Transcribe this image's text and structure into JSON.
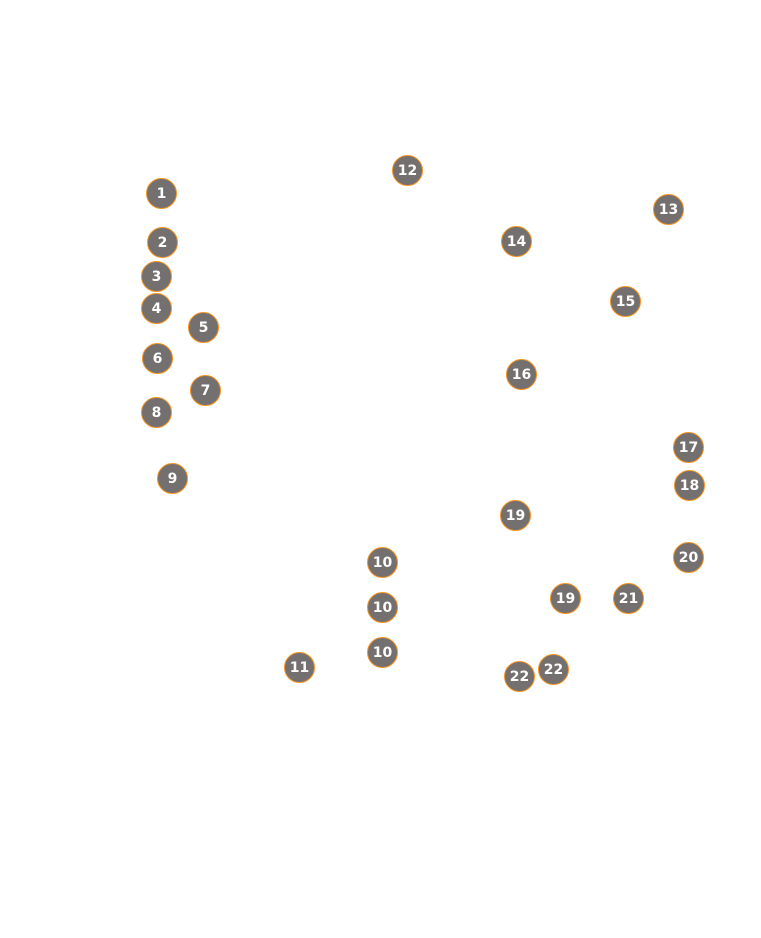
{
  "markers": [
    "1",
    "2",
    "3",
    "4",
    "5",
    "6",
    "7",
    "8",
    "9",
    "10",
    "10",
    "10",
    "11",
    "12",
    "13",
    "14",
    "15",
    "16",
    "17",
    "18",
    "19",
    "19",
    "20",
    "21",
    "22",
    "22"
  ],
  "colors": {
    "marker_fill": "#757070",
    "marker_border": "#f7931e",
    "marker_text": "#ffffff",
    "background": "#ffffff"
  }
}
